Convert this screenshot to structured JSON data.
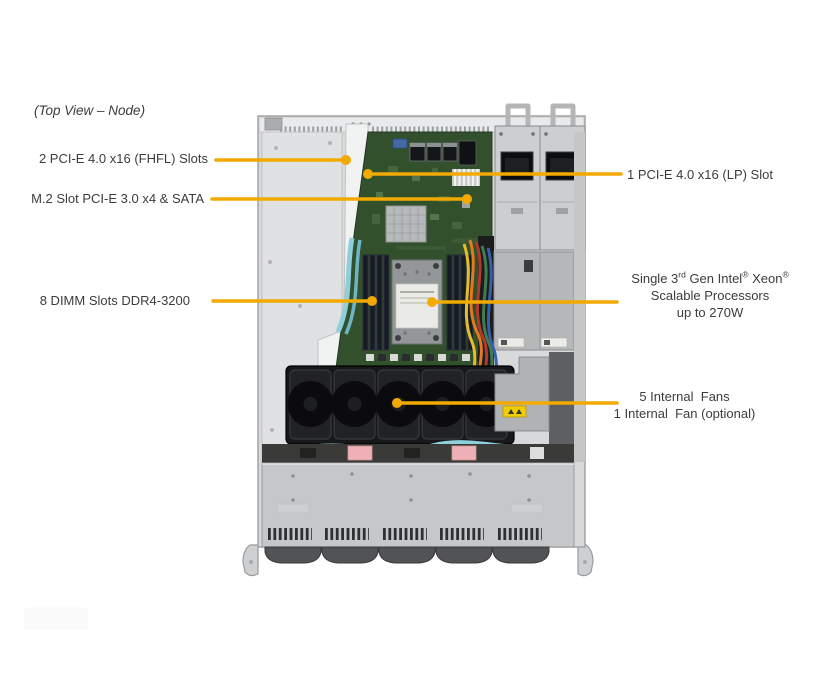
{
  "title": "(Top View – Node)",
  "colors": {
    "callout": "#F2A900",
    "label_text": "#3C3C3C",
    "chassis": "#D8D9DA",
    "motherboard": "#32502C",
    "fans": "#17181A"
  },
  "callouts": {
    "fhfl": {
      "label": "2 PCI-E 4.0 x16 (FHFL) Slots"
    },
    "m2": {
      "label": "M.2 Slot PCI-E 3.0 x4 & SATA"
    },
    "dimm": {
      "label": "8 DIMM Slots DDR4-3200"
    },
    "lp": {
      "label": "1 PCI-E 4.0 x16 (LP) Slot"
    },
    "processor": {
      "l1a": "Single 3",
      "l1sup1": "rd",
      "l1b": " Gen Intel",
      "l1sup2": "®",
      "l1c": " Xeon",
      "l1sup3": "®",
      "line2": "Scalable Processors",
      "line3": "up to 270W"
    },
    "fans": {
      "line1": "5 Internal  Fans",
      "line2": "1 Internal  Fan (optional)"
    }
  }
}
